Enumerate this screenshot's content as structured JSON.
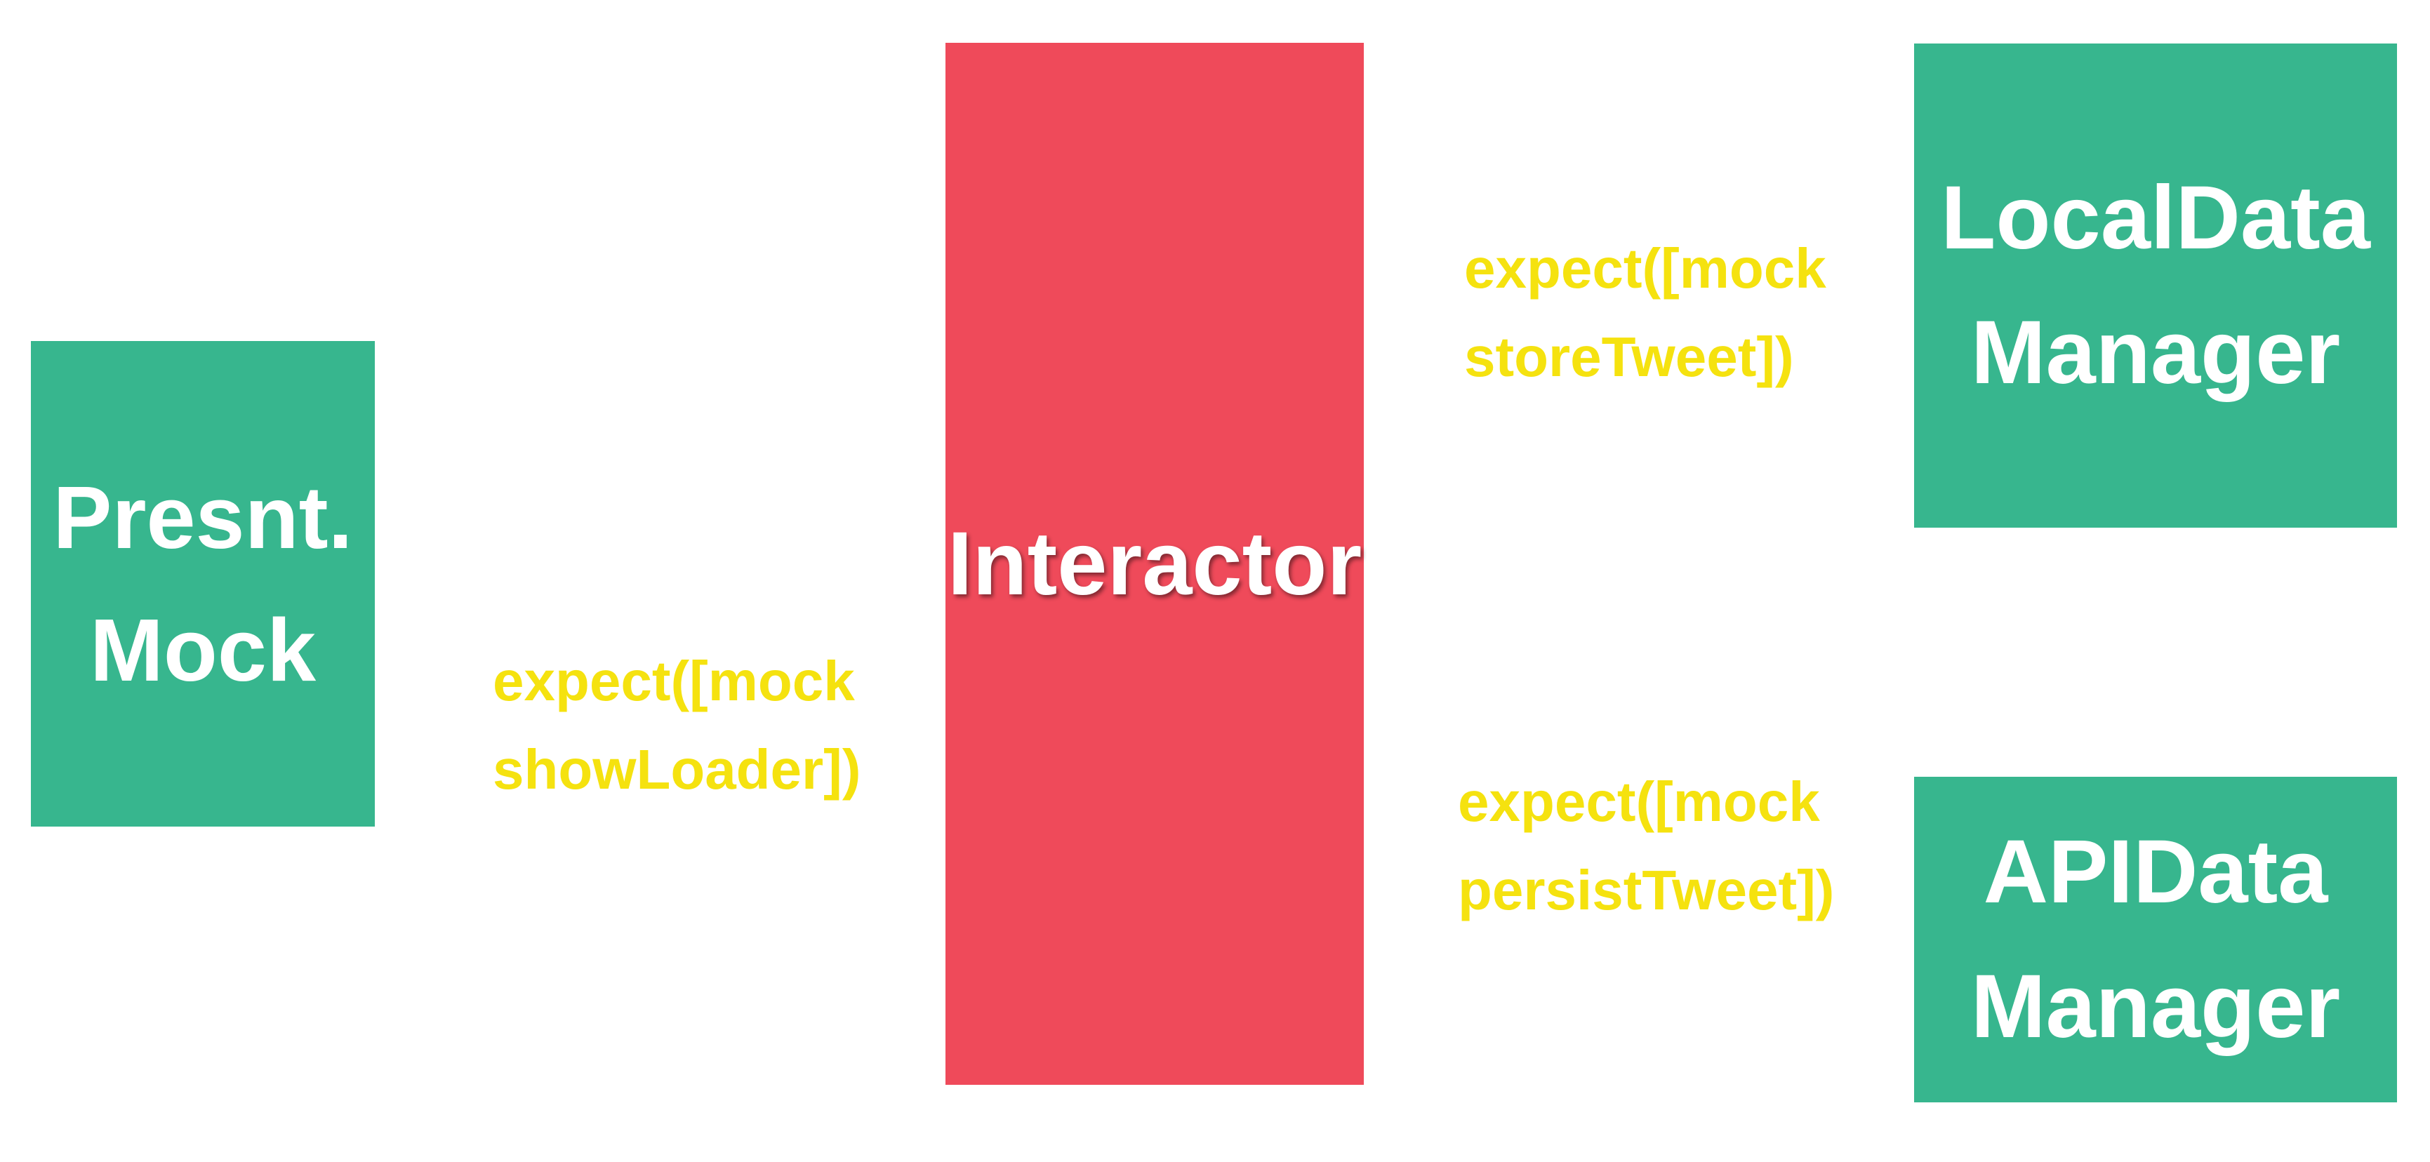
{
  "diagram": {
    "presenter_box": {
      "label": "Presnt.\nMock",
      "color": "#37b68e"
    },
    "interactor_box": {
      "label": "Interactor",
      "color": "#ef4a5a"
    },
    "local_data_box": {
      "label": "LocalData\nManager",
      "color": "#37b68e"
    },
    "api_data_box": {
      "label": "APIData\nManager",
      "color": "#37b68e"
    },
    "annotations": {
      "show_loader": "expect([mock\nshowLoader])",
      "store_tweet": "expect([mock\nstoreTweet])",
      "persist_tweet": "expect([mock\npersistTweet])",
      "color": "#f5e20f"
    }
  }
}
